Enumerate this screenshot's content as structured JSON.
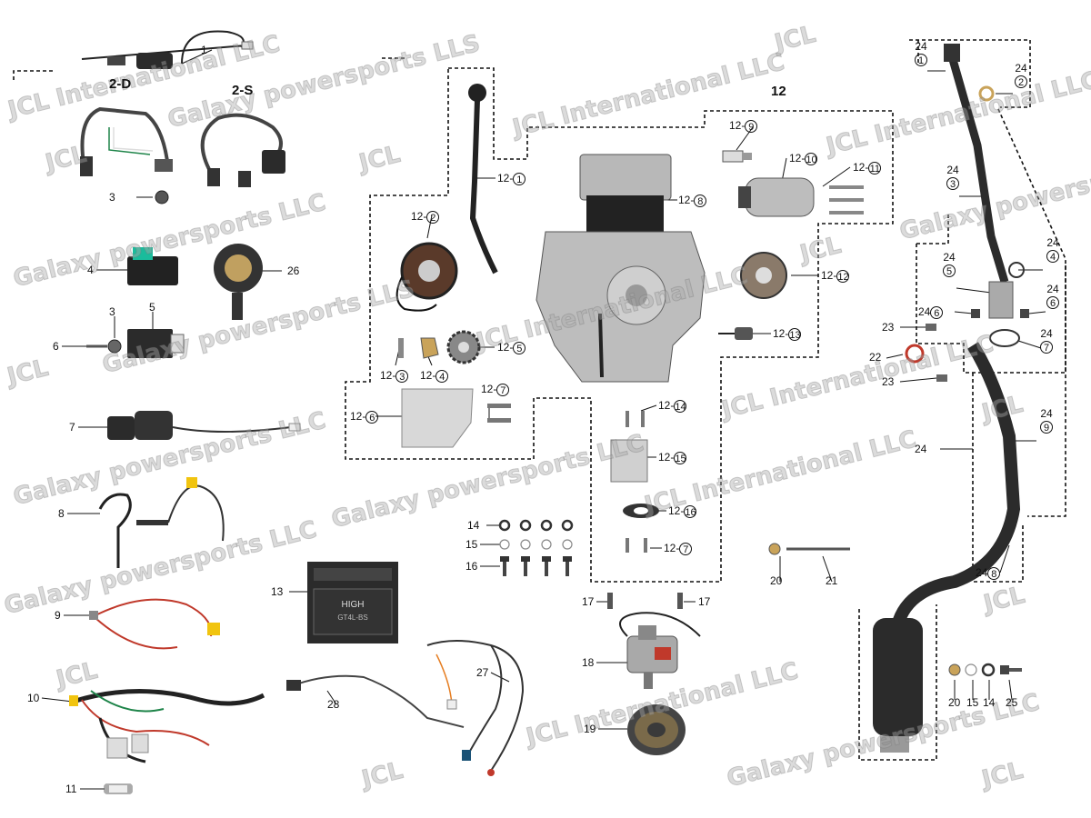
{
  "watermarks": {
    "a": "JCL International LLC",
    "b": "Galaxy powersports LLS",
    "c": "JCL",
    "d": "JCL International LLC",
    "e": "Galaxy powersports LLC",
    "f": "JCL International LLC",
    "g": "JCL",
    "h": "Galaxy powersports LLS",
    "i": "JCL International LLC",
    "j": "Galaxy powersports LLC",
    "k": "JCL",
    "l": "JCL",
    "m": "JCL International LLC",
    "n": "Galaxy powersports LLC",
    "o": "JCL International LLC",
    "p": "Galaxy powersports LLC",
    "q": "JCL",
    "r": "Galaxy powersports LLC",
    "s": "JCL",
    "t": "JCL",
    "u": "JCL",
    "v": "JCL International LLC",
    "w": "Galaxy powersports LLC",
    "x": "JCL",
    "y": "JCL"
  },
  "group": {
    "engine_assembly": "12"
  },
  "battery": {
    "brand": "HIGH",
    "model": "GT4L-BS"
  },
  "labels": {
    "l1": "1",
    "l2d": "2-D",
    "l2s": "2-S",
    "l3a": "3",
    "l4": "4",
    "l26": "26",
    "l3b": "3",
    "l5": "5",
    "l6": "6",
    "l7": "7",
    "l8": "8",
    "l9": "9",
    "l10": "10",
    "l11": "11",
    "l13": "13",
    "l14": "14",
    "l15": "15",
    "l16": "16",
    "l17a": "17",
    "l17b": "17",
    "l18": "18",
    "l19": "19",
    "l27": "27",
    "l28": "28",
    "l20a": "20",
    "l21": "21",
    "l20b": "20",
    "l15b": "15",
    "l14b": "14",
    "l25": "25",
    "l22": "22",
    "l23a": "23",
    "l23b": "23",
    "l24main": "24",
    "e_pre": "12-",
    "e1": "1",
    "e2": "2",
    "e3": "3",
    "e4": "4",
    "e5": "5",
    "e6": "6",
    "e7a": "7",
    "e7b": "7",
    "e8": "8",
    "e9": "9",
    "e10": "10",
    "e11": "11",
    "e12": "12",
    "e13": "13",
    "e14": "14",
    "e15": "15",
    "e16": "16",
    "x_pre": "24",
    "x1": "1",
    "x2": "2",
    "x3": "3",
    "x4": "4",
    "x5": "5",
    "x6a": "6",
    "x6b": "6",
    "x7": "7",
    "x8": "8",
    "x9": "9"
  },
  "colors": {
    "line": "#111111",
    "part_dark": "#2b2b2b",
    "part_silver": "#b8b8b8",
    "wire_red": "#c0392b",
    "wire_green": "#1e8449"
  }
}
